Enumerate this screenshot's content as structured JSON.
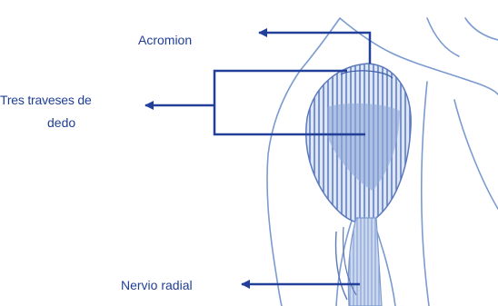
{
  "labels": {
    "acromion": "Acromion",
    "fingers_line1": "Tres traveses  de",
    "fingers_line2": "dedo",
    "radial_nerve": "Nervio radial"
  },
  "colors": {
    "label_text": "#1f3f95",
    "arrow": "#22409a",
    "sketch_line": "#7b9bd0",
    "sketch_fill": "#9ab4dd",
    "hatch": "#5a78bd",
    "background": "#ffffff"
  }
}
